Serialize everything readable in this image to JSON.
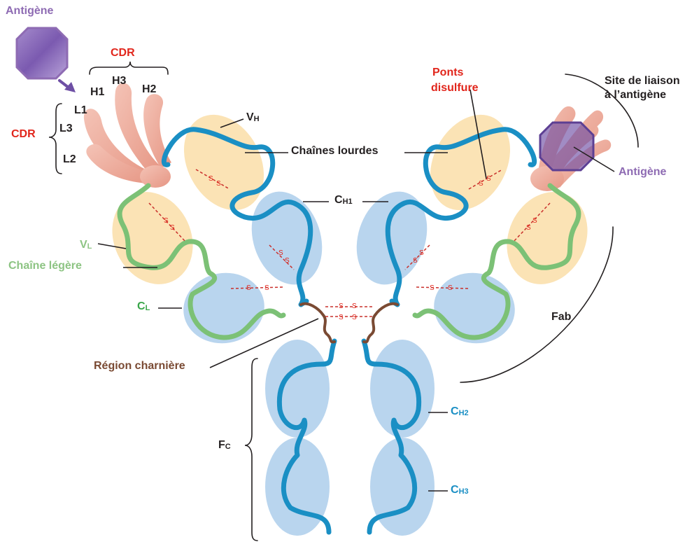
{
  "labels": {
    "antigen_top": "Antigène",
    "cdr_top": "CDR",
    "h1": "H1",
    "h2": "H2",
    "h3": "H3",
    "l1": "L1",
    "l2": "L2",
    "l3": "L3",
    "cdr_left": "CDR",
    "vh_main": "V",
    "vh_sub": "H",
    "heavy_chains": "Chaînes lourdes",
    "disulfide_bridges_1": "Ponts",
    "disulfide_bridges_2": "disulfure",
    "binding_site_1": "Site de liaison",
    "binding_site_2": "à l’antigène",
    "antigen_right": "Antigène",
    "ch1_main": "C",
    "ch1_sub": "H1",
    "vl_main": "V",
    "vl_sub": "L",
    "light_chain": "Chaîne légère",
    "cl_main": "C",
    "cl_sub": "L",
    "fab": "Fab",
    "hinge_region": "Région charnière",
    "fc_main": "F",
    "fc_sub": "C",
    "ch2_main": "C",
    "ch2_sub": "H2",
    "ch3_main": "C",
    "ch3_sub": "H3",
    "ss": "S"
  },
  "colors": {
    "antigen": "#8e6bb3",
    "cdr_red": "#e1261c",
    "heavy_chain_blue": "#1a8fc4",
    "light_chain_green": "#5fb55a",
    "domain_blue_bg": "#b9d5ee",
    "variable_domain_bg": "#fbe3b5",
    "hinge_brown": "#7a4a33",
    "hypervariable_pink": "#eba79a"
  }
}
